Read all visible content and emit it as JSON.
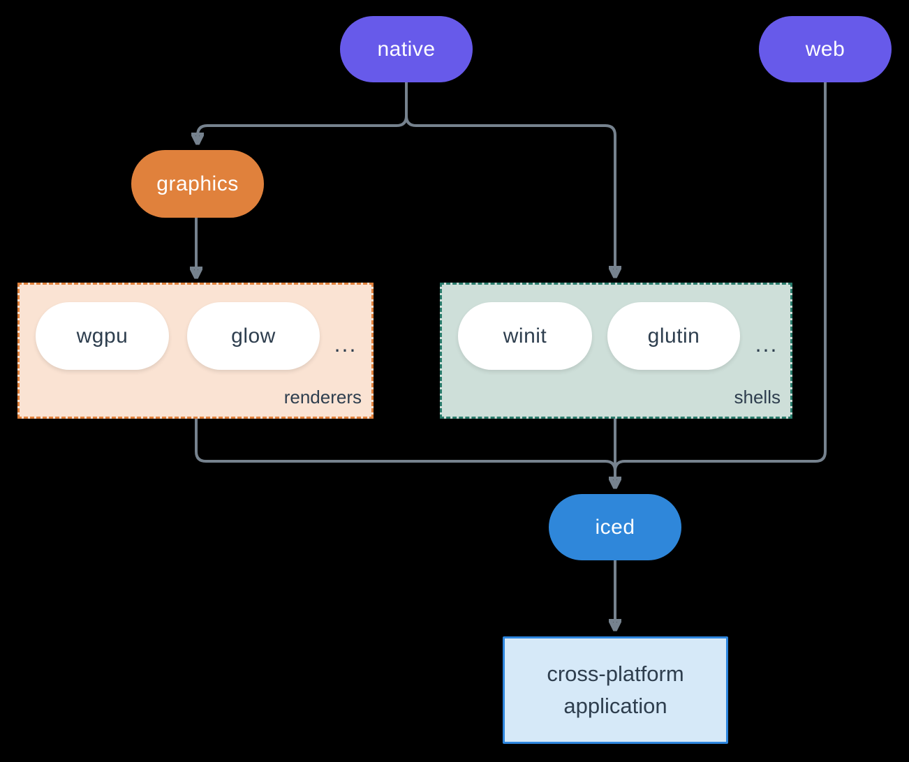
{
  "colors": {
    "background": "#000000",
    "node_purple": "#675AEA",
    "node_orange": "#E0813C",
    "node_blue": "#2F87DA",
    "pill_white": "#FFFFFF",
    "renderers_bg": "#FAE3D3",
    "renderers_border": "#E0813C",
    "shells_bg": "#CEDFD9",
    "shells_border": "#2A7C6C",
    "app_bg": "#D6E9F8",
    "app_border": "#2E86DE",
    "edge": "#76828E",
    "text_light": "#FFFFFF",
    "text_dark": "#2E3E4E"
  },
  "nodes": {
    "native": {
      "label": "native"
    },
    "web": {
      "label": "web"
    },
    "graphics": {
      "label": "graphics"
    },
    "iced": {
      "label": "iced"
    },
    "application": {
      "line1": "cross-platform",
      "line2": "application"
    }
  },
  "groups": {
    "renderers": {
      "label": "renderers",
      "items": [
        "wgpu",
        "glow"
      ],
      "ellipsis": "..."
    },
    "shells": {
      "label": "shells",
      "items": [
        "winit",
        "glutin"
      ],
      "ellipsis": "..."
    }
  }
}
